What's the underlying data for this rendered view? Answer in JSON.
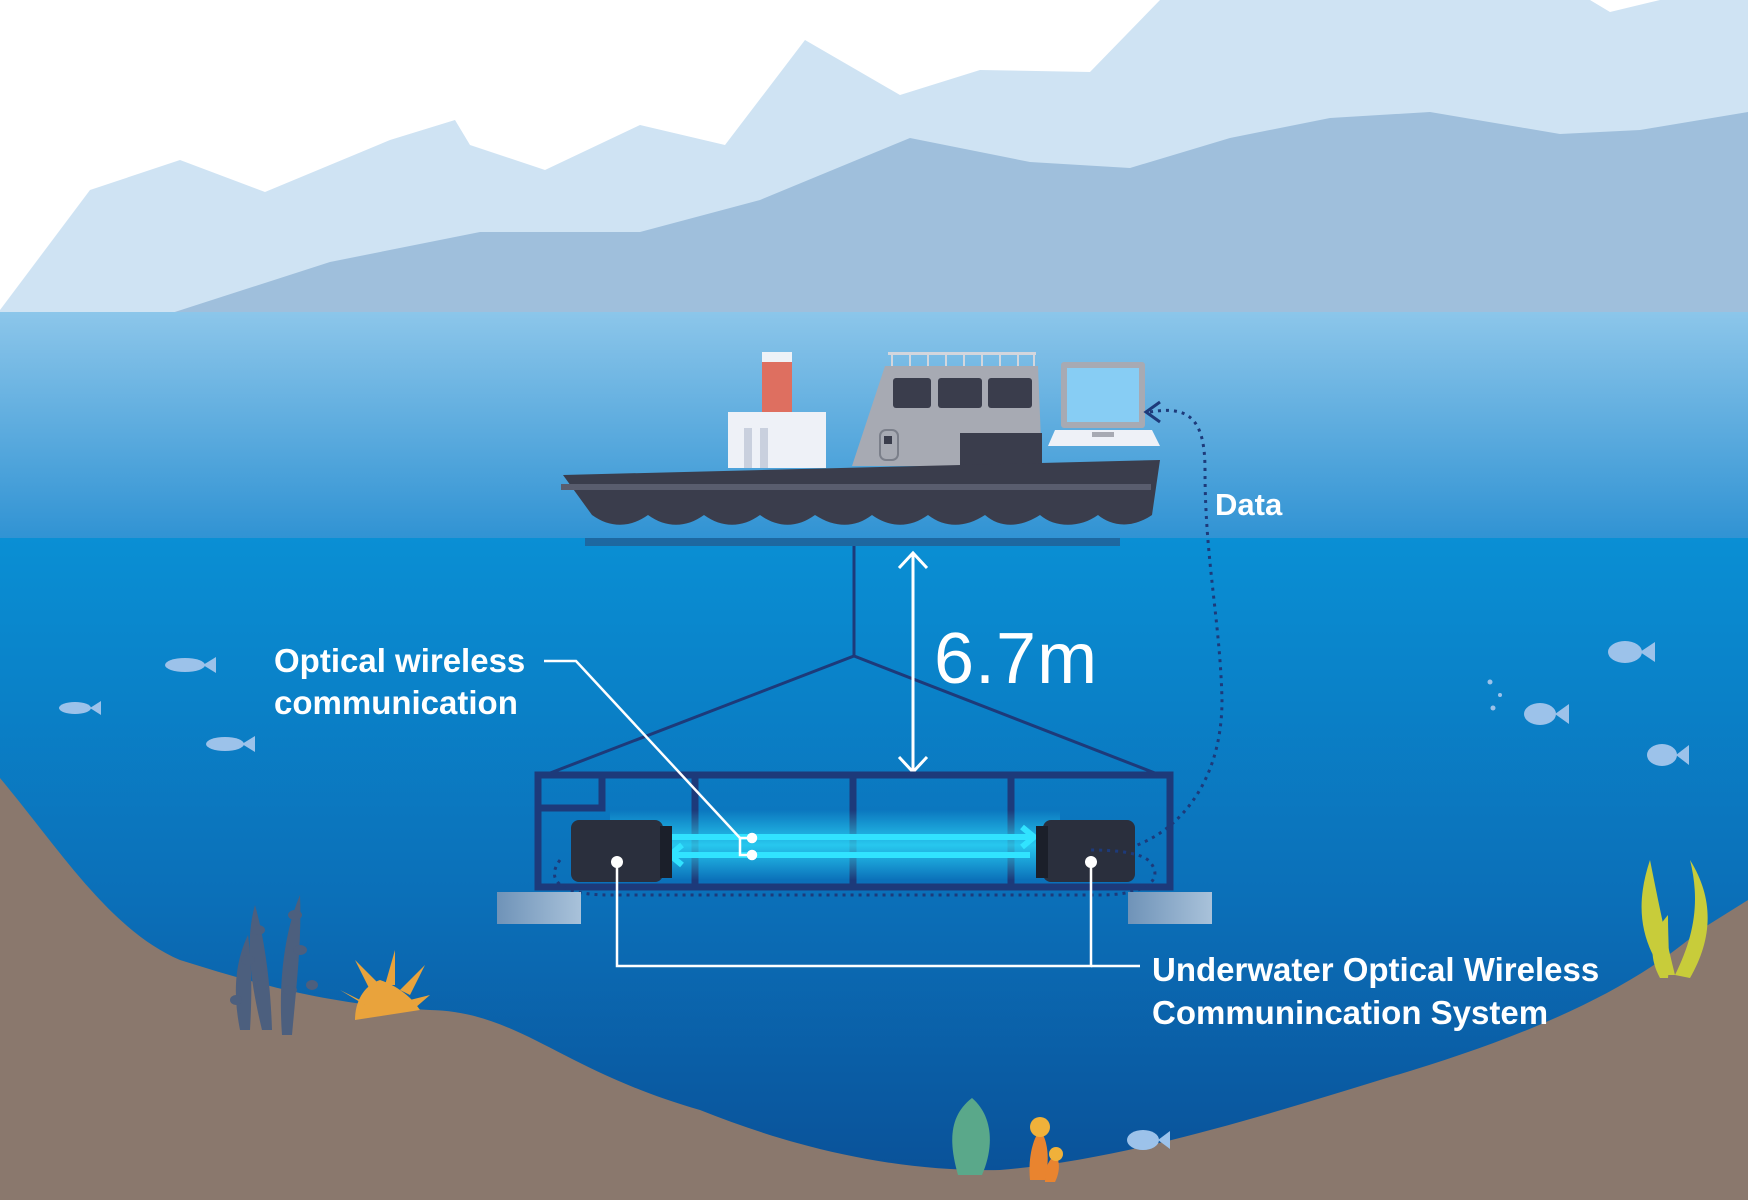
{
  "labels": {
    "data": "Data",
    "optical_wireless_line1": "Optical wireless",
    "optical_wireless_line2": "communication",
    "depth": "6.7m",
    "system_line1": "Underwater Optical Wireless",
    "system_line2": "Communincation System"
  },
  "colors": {
    "sky": "#ffffff",
    "mountain_far": "#cfe3f3",
    "mountain_near": "#9fbfdc",
    "water_surface": "#7fbde6",
    "water_deep": "#0b5fa8",
    "seabed": "#8a786d",
    "boat_hull": "#3a3d4c",
    "light_beam": "#31e3ff",
    "frame": "#1d3a7a"
  }
}
